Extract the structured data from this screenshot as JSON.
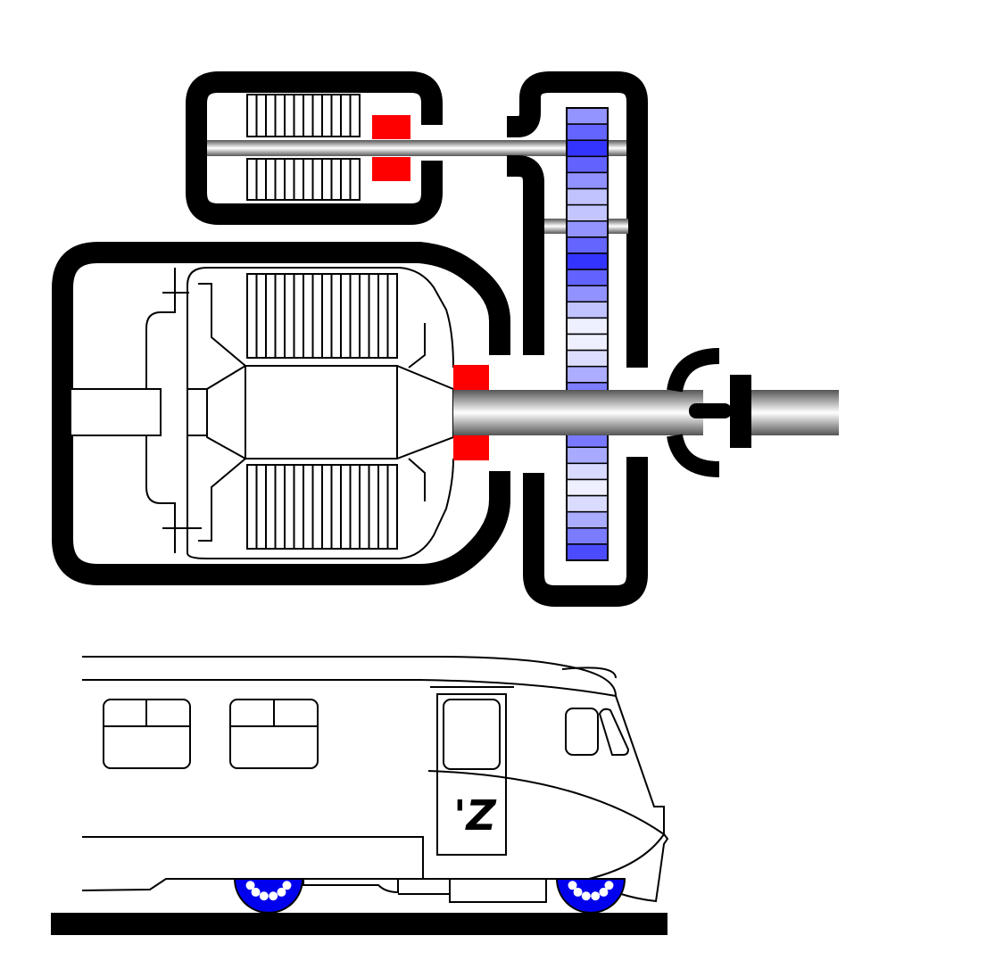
{
  "colors": {
    "background": "#ffffff",
    "housing": "#000000",
    "gear": "#3333ff",
    "gear_light": "#eef0ff",
    "bearing": "#ff0000",
    "shaft_dark": "#555555",
    "shaft_light": "#ffffff",
    "wheel": "#0000ee",
    "ground": "#000000",
    "outline": "#000000"
  },
  "diagram": {
    "top_motor": {
      "coil_stripes": 12
    },
    "main_motor": {
      "coil_stripes": 16
    },
    "gear": {
      "teeth": 28
    }
  },
  "train": {
    "logo_text": "'Z",
    "wheels": [
      {
        "name": "rear-wheel",
        "holes": 6
      },
      {
        "name": "front-wheel",
        "holes": 6
      }
    ]
  }
}
